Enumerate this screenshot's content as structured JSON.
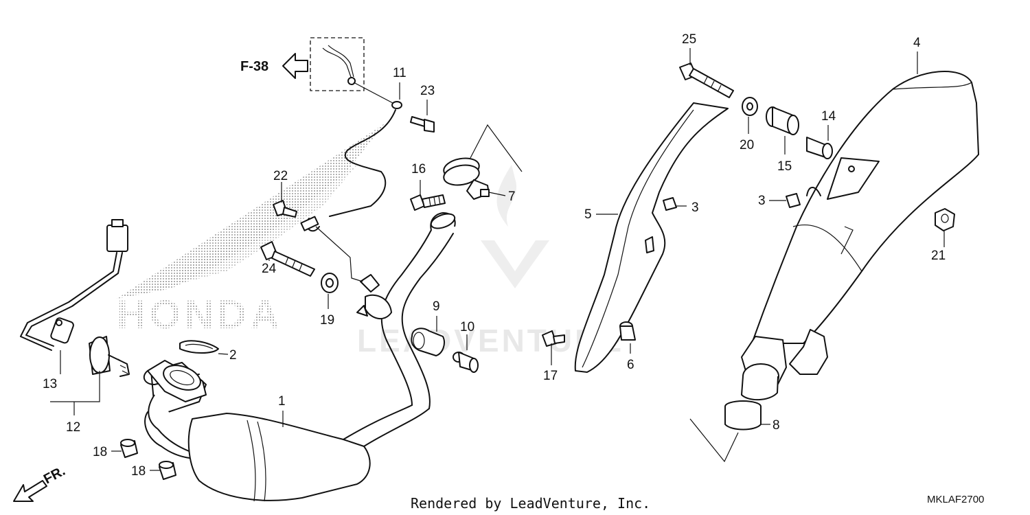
{
  "diagram": {
    "ref_page": "F-38",
    "front_label": "FR.",
    "brand_mark": "HONDA",
    "watermark_text": "LEADVENTURE",
    "footer_credit": "Rendered by LeadVenture, Inc.",
    "diagram_code": "MKLAF2700",
    "callouts": {
      "p1": "1",
      "p2": "2",
      "p3a": "3",
      "p3b": "3",
      "p4": "4",
      "p5": "5",
      "p6": "6",
      "p7": "7",
      "p8": "8",
      "p9": "9",
      "p10": "10",
      "p11": "11",
      "p12": "12",
      "p13": "13",
      "p14": "14",
      "p15": "15",
      "p16": "16",
      "p17": "17",
      "p18a": "18",
      "p18b": "18",
      "p19": "19",
      "p20": "20",
      "p21": "21",
      "p22": "22",
      "p23": "23",
      "p24": "24",
      "p25": "25"
    },
    "colors": {
      "line": "#111111",
      "background": "#ffffff",
      "watermark": "#e8e8e8",
      "logo_dots": "#9a9a9a"
    }
  }
}
